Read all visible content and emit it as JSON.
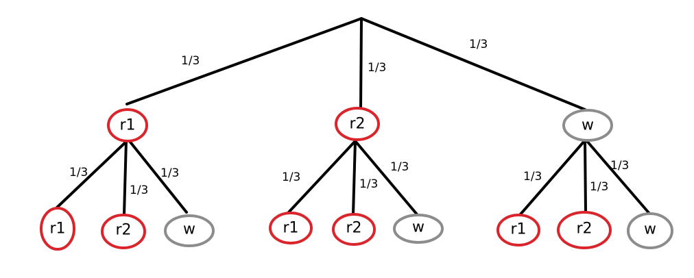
{
  "colors": {
    "r_node": "#d9252b",
    "w_node": "#8c8c8c",
    "edge": "#000000"
  },
  "level1": [
    {
      "label": "r1",
      "edge_prob": "1/3",
      "children": [
        {
          "label": "r1",
          "edge_prob": "1/3"
        },
        {
          "label": "r2",
          "edge_prob": "1/3"
        },
        {
          "label": "w",
          "edge_prob": "1/3"
        }
      ]
    },
    {
      "label": "r2",
      "edge_prob": "1/3",
      "children": [
        {
          "label": "r1",
          "edge_prob": "1/3"
        },
        {
          "label": "r2",
          "edge_prob": "1/3"
        },
        {
          "label": "w",
          "edge_prob": "1/3"
        }
      ]
    },
    {
      "label": "w",
      "edge_prob": "1/3",
      "children": [
        {
          "label": "r1",
          "edge_prob": "1/3"
        },
        {
          "label": "r2",
          "edge_prob": "1/3"
        },
        {
          "label": "w",
          "edge_prob": "1/3"
        }
      ]
    }
  ]
}
